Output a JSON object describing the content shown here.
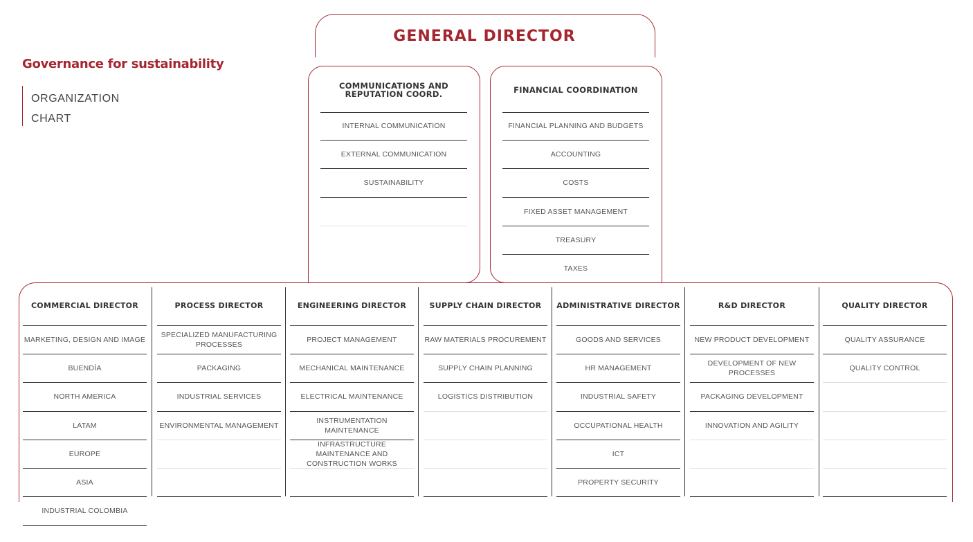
{
  "page": {
    "title": "Governance for sustainability",
    "subtitle_line1": "ORGANIZATION",
    "subtitle_line2": "CHART"
  },
  "general_director": "GENERAL DIRECTOR",
  "colors": {
    "accent": "#a6262f",
    "text": "#555555",
    "heading": "#333333"
  },
  "coordinations": [
    {
      "name": "COMMUNICATIONS AND REPUTATION COORD.",
      "items": [
        "INTERNAL COMMUNICATION",
        "EXTERNAL COMMUNICATION",
        "SUSTAINABILITY",
        ""
      ]
    },
    {
      "name": "FINANCIAL COORDINATION",
      "items": [
        "FINANCIAL PLANNING AND BUDGETS",
        "ACCOUNTING",
        "COSTS",
        "FIXED ASSET MANAGEMENT",
        "TREASURY",
        "TAXES"
      ]
    }
  ],
  "directors": [
    {
      "name": "COMMERCIAL DIRECTOR",
      "items": [
        "MARKETING, DESIGN AND IMAGE",
        "BUENDÍA",
        "NORTH AMERICA",
        "LATAM",
        "EUROPE",
        "ASIA",
        "INDUSTRIAL COLOMBIA"
      ]
    },
    {
      "name": "PROCESS DIRECTOR",
      "items": [
        "SPECIALIZED MANUFACTURING PROCESSES",
        "PACKAGING",
        "INDUSTRIAL SERVICES",
        "ENVIRONMENTAL MANAGEMENT",
        "",
        ""
      ]
    },
    {
      "name": "ENGINEERING DIRECTOR",
      "items": [
        "PROJECT MANAGEMENT",
        "MECHANICAL MAINTENANCE",
        "ELECTRICAL MAINTENANCE",
        "INSTRUMENTATION MAINTENANCE",
        "INFRASTRUCTURE MAINTENANCE AND CONSTRUCTION WORKS",
        ""
      ]
    },
    {
      "name": "SUPPLY CHAIN DIRECTOR",
      "items": [
        "RAW MATERIALS PROCUREMENT",
        "SUPPLY CHAIN PLANNING",
        "LOGISTICS DISTRIBUTION",
        "",
        "",
        ""
      ]
    },
    {
      "name": "ADMINISTRATIVE DIRECTOR",
      "items": [
        "GOODS AND SERVICES",
        "HR MANAGEMENT",
        "INDUSTRIAL SAFETY",
        "OCCUPATIONAL HEALTH",
        "ICT",
        "PROPERTY SECURITY"
      ]
    },
    {
      "name": "R&D DIRECTOR",
      "items": [
        "NEW PRODUCT DEVELOPMENT",
        "DEVELOPMENT OF NEW PROCESSES",
        "PACKAGING DEVELOPMENT",
        "INNOVATION AND AGILITY",
        "",
        ""
      ]
    },
    {
      "name": "QUALITY DIRECTOR",
      "items": [
        "QUALITY ASSURANCE",
        "QUALITY CONTROL",
        "",
        "",
        "",
        ""
      ]
    }
  ]
}
